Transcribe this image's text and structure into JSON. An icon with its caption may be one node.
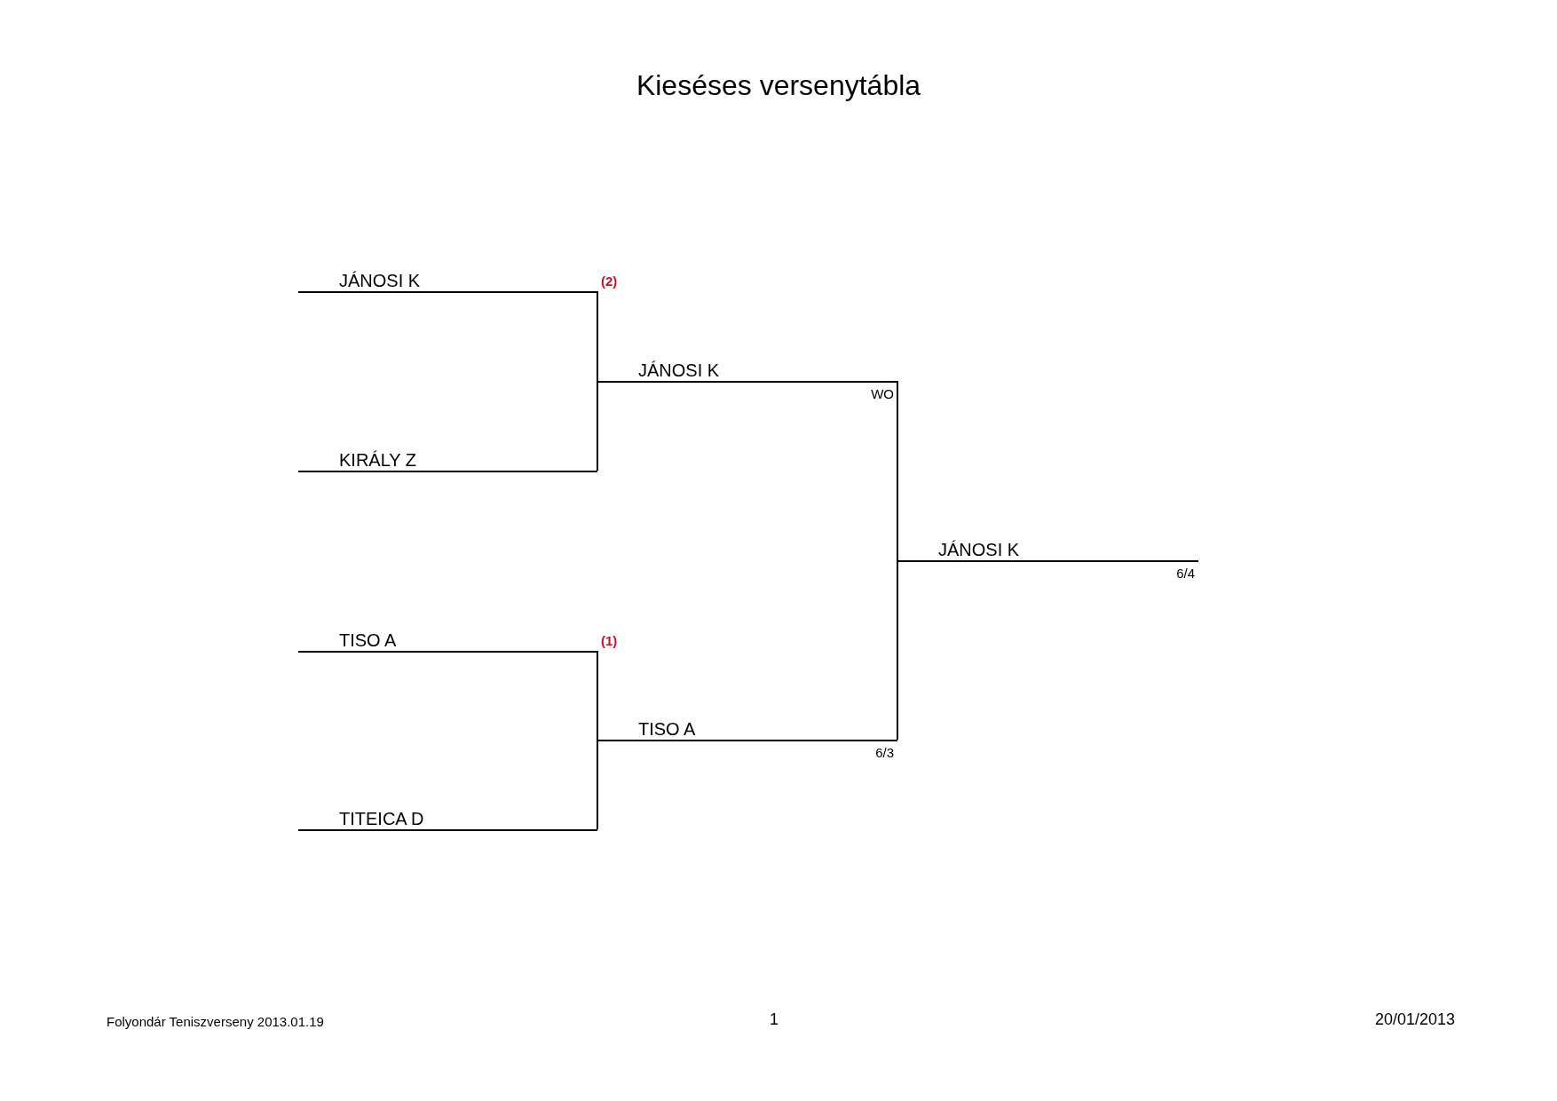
{
  "diagram": {
    "title": "Kieséses versenytábla",
    "nodes": [
      {
        "text": [
          "JÁNOSI K"
        ],
        "beside": [
          "(2)"
        ]
      },
      {
        "text": [
          "KIRÁLY Z"
        ]
      },
      {
        "text": [
          "TISO A"
        ],
        "beside": [
          "(1)"
        ]
      },
      {
        "text": [
          "TITEICA D"
        ]
      },
      {
        "text": [
          "JÁNOSI K"
        ],
        "beside": [
          "WO"
        ]
      },
      {
        "text": [
          "TISO A"
        ],
        "beside": [
          "6/3"
        ]
      },
      {
        "text": [
          "JÁNOSI K"
        ],
        "beside": [
          "6/4"
        ]
      }
    ],
    "edges": [
      {
        "from": 0,
        "to": 4,
        "arrow": "none"
      },
      {
        "from": 1,
        "to": 4,
        "arrow": "none"
      },
      {
        "from": 2,
        "to": 5,
        "arrow": "none"
      },
      {
        "from": 3,
        "to": 5,
        "arrow": "none"
      },
      {
        "from": 4,
        "to": 6,
        "arrow": "none"
      },
      {
        "from": 5,
        "to": 6,
        "arrow": "none"
      }
    ],
    "labels": [
      "Folyondár Teniszverseny 2013.01.19",
      "1",
      "20/01/2013"
    ]
  }
}
